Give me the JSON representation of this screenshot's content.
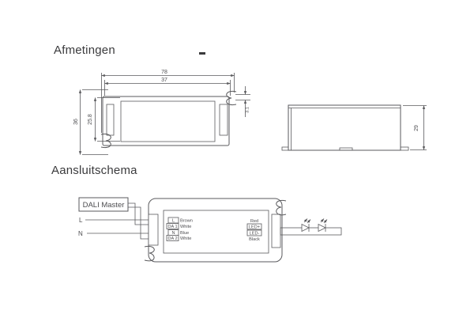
{
  "page": {
    "background": "#ffffff",
    "line_color": "#5a5a5d",
    "text_color": "#4d4d50"
  },
  "dimensions_section": {
    "title": "Afmetingen",
    "mark": "-",
    "top_view": {
      "total_length": "78",
      "body_length": "37",
      "total_width": "36",
      "inner_width": "25.8",
      "clip_tab_thickness": "3.1"
    },
    "side_view": {
      "height": "29"
    }
  },
  "schema_section": {
    "title": "Aansluitschema",
    "dali_master_label": "DALI Master",
    "line_label": "L",
    "neutral_label": "N",
    "input_terminals": [
      {
        "terminal": "L",
        "wire": "Brown"
      },
      {
        "terminal": "DA 1",
        "wire": "White"
      },
      {
        "terminal": "N",
        "wire": "Blue"
      },
      {
        "terminal": "DA 2",
        "wire": "White"
      }
    ],
    "output_terminals": {
      "positive_wire": "Red",
      "positive": "LED+",
      "negative": "LED-",
      "negative_wire": "Black"
    }
  }
}
